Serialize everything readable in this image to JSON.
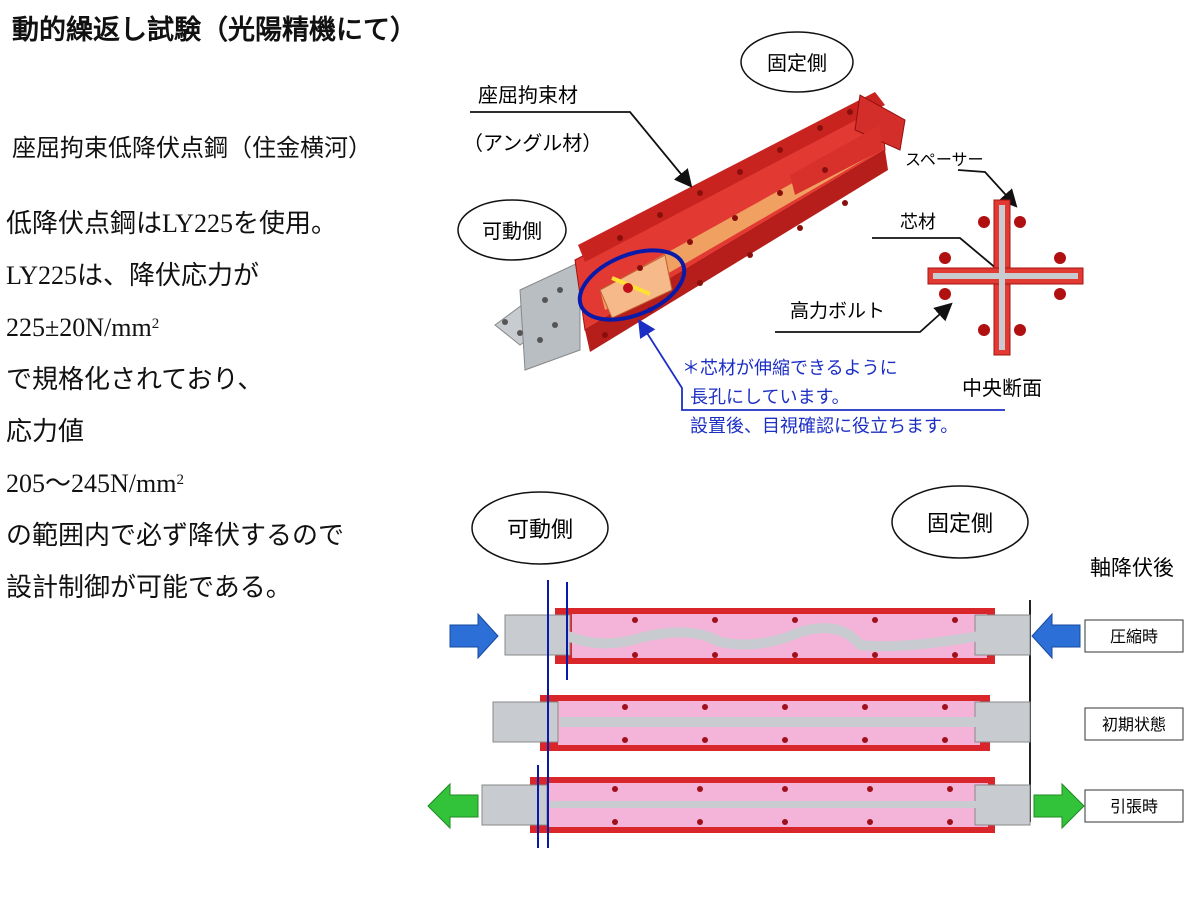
{
  "title": "動的繰返し試験（光陽精機にて）",
  "subtitle": "座屈拘束低降伏点鋼（住金横河）",
  "description": {
    "line1": "低降伏点鋼はLY225を使用。",
    "line2": "LY225は、降伏応力が",
    "line3_base": "225±20N/mm",
    "line3_sup": "2",
    "line4": "で規格化されており、",
    "line5": "応力値",
    "line6_base": "205～245N/mm",
    "line6_sup": "2",
    "line7": "の範囲内で必ず降伏するので",
    "line8": "設計制御が可能である。"
  },
  "top_diagram": {
    "fixed_side": "固定側",
    "movable_side": "可動側",
    "buckling_restraint_label": "座屈拘束材",
    "angle_label": "（アングル材）",
    "spacer_label": "スペーサー",
    "core_label": "芯材",
    "bolt_label": "高力ボルト",
    "section_label": "中央断面",
    "note_line1": "＊芯材が伸縮できるように",
    "note_line2": "長孔にしています。",
    "note_line3": "設置後、目視確認に役立ちます。"
  },
  "bottom_diagram": {
    "movable_side": "可動側",
    "fixed_side": "固定側",
    "post_yield": "軸降伏後",
    "compression": "圧縮時",
    "initial": "初期状態",
    "tension": "引張時"
  },
  "colors": {
    "red": "#d9262b",
    "pink": "#f4b3d8",
    "steel": "#c8ccd0",
    "blue_arrow": "#2c6fd6",
    "green_arrow": "#33c33a",
    "note_blue": "#1c2fc4",
    "marker_blue": "#0a1aa8"
  }
}
